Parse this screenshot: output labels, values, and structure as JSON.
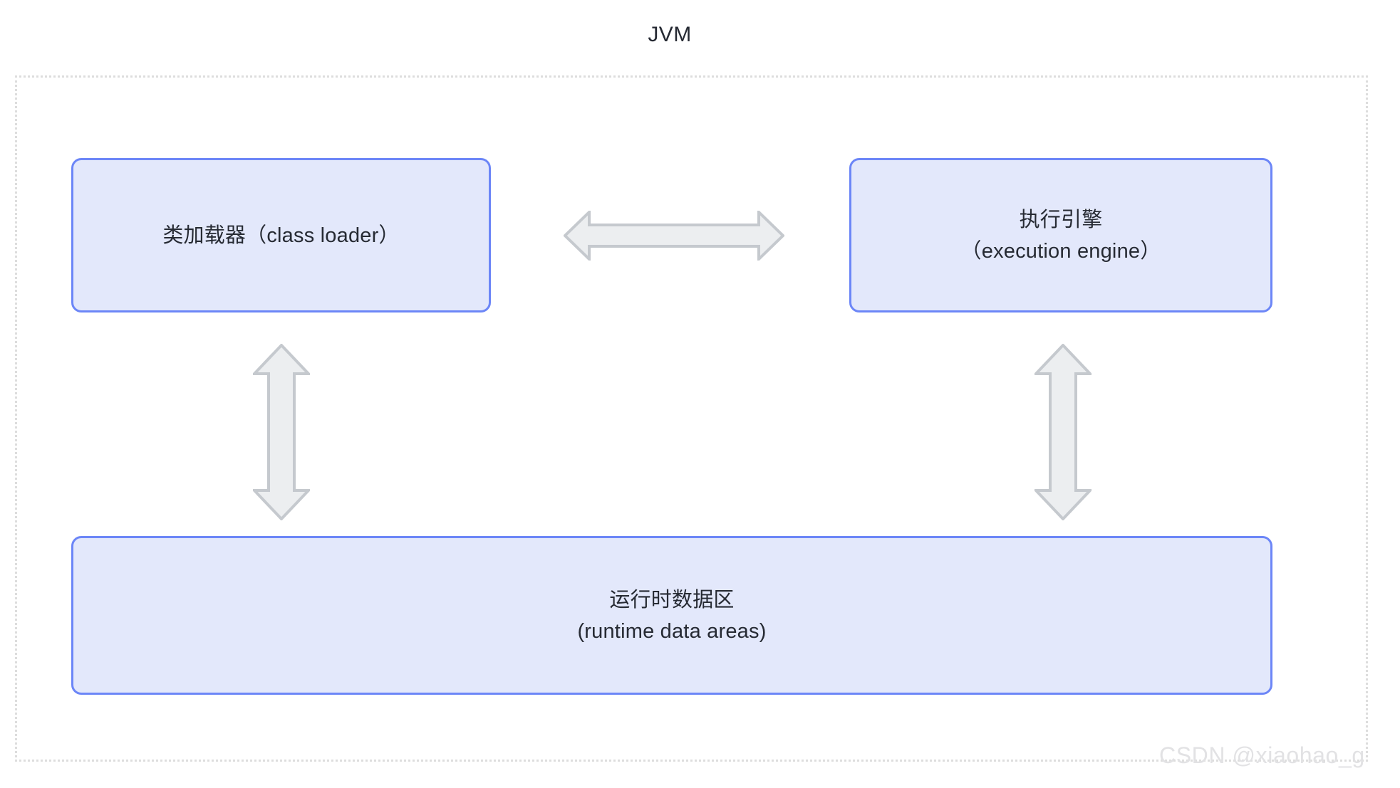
{
  "diagram": {
    "title": "JVM",
    "type": "block-diagram",
    "colors": {
      "box_fill": "#e3e8fb",
      "box_border": "#6c86f7",
      "arrow_fill": "#eceef0",
      "arrow_border": "#c5c9ce",
      "container_border": "#dddddd",
      "text": "#262a33",
      "watermark": "#e2e2e4",
      "background": "#ffffff"
    },
    "container": {
      "name": "JVM",
      "border_style": "dotted"
    },
    "nodes": [
      {
        "id": "class-loader",
        "lines": [
          "类加载器（class loader）"
        ]
      },
      {
        "id": "execution-engine",
        "line1": "执行引擎",
        "line2": "（execution engine）"
      },
      {
        "id": "runtime-data-areas",
        "line1": "运行时数据区",
        "line2": "(runtime data areas)"
      }
    ],
    "connectors": [
      {
        "id": "class-loader-to-execution-engine",
        "orientation": "horizontal",
        "heads": "double",
        "from": "class-loader",
        "to": "execution-engine"
      },
      {
        "id": "class-loader-to-runtime-data",
        "orientation": "vertical",
        "heads": "double",
        "from": "class-loader",
        "to": "runtime-data-areas"
      },
      {
        "id": "execution-engine-to-runtime-data",
        "orientation": "vertical",
        "heads": "double",
        "from": "execution-engine",
        "to": "runtime-data-areas"
      }
    ]
  },
  "watermark": {
    "text": "CSDN @xiaohao_g"
  }
}
